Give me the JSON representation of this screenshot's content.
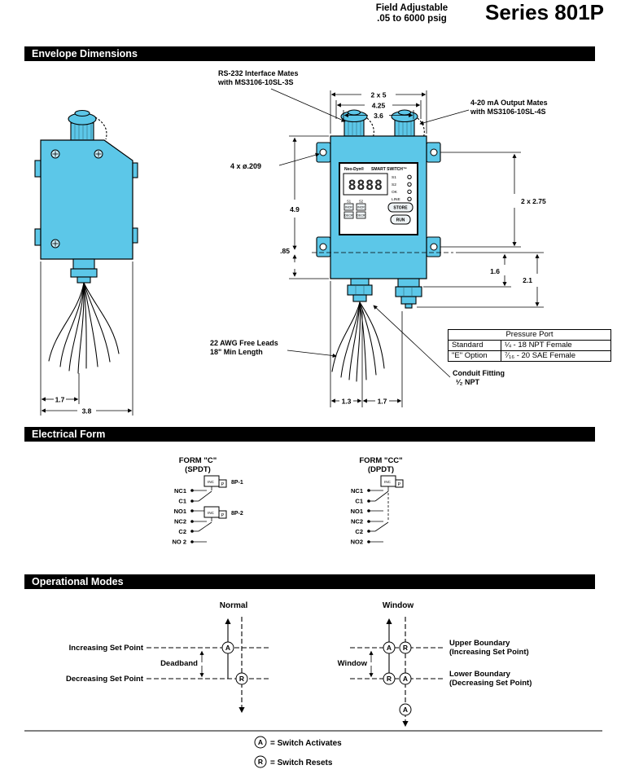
{
  "colors": {
    "device_fill": "#5cc7e8",
    "banner_bg": "#000000",
    "banner_fg": "#ffffff"
  },
  "header": {
    "field_adjustable": [
      "Field Adjustable",
      ".05 to 6000 psig"
    ],
    "series": "Series 801P"
  },
  "banners": {
    "envelope": "Envelope Dimensions",
    "electrical": "Electrical Form",
    "operational": "Operational Modes"
  },
  "envelope": {
    "ann": {
      "rs232_1": "RS-232 Interface Mates",
      "rs232_2": "with MS3106-10SL-3S",
      "out420_1": "4-20 mA Output Mates",
      "out420_2": "with MS3106-10SL-4S",
      "holes": "4 x ø.209",
      "leads_1": "22 AWG Free Leads",
      "leads_2": "18\" Min Length",
      "conduit_1": "Conduit Fitting",
      "conduit_2": "¹⁄₂ NPT"
    },
    "dim": {
      "top": "2 x 5",
      "w425": "4.25",
      "w36": "3.6",
      "h49": "4.9",
      "h085": ".85",
      "r275": "2 x 2.75",
      "r16": "1.6",
      "r21": "2.1",
      "s17": "1.7",
      "s38": "3.8",
      "b13": "1.3",
      "b17": "1.7"
    },
    "panel": {
      "brand": "Neo-Dyn®",
      "product": "SMART SWITCH™",
      "display": "8888",
      "leds": [
        "S1",
        "S2",
        "OK",
        "LINE"
      ],
      "ch1": "S1",
      "ch2": "S2",
      "incr": "INCR",
      "decr": "DECR",
      "store": "STORE",
      "run": "RUN"
    },
    "table": {
      "title": "Pressure Port",
      "rows": [
        [
          "Standard",
          "¼ - 18 NPT Female"
        ],
        [
          "\"E\" Option",
          "⁷⁄₁₆ - 20 SAE Female"
        ]
      ]
    }
  },
  "electrical": {
    "form_c": {
      "name": "FORM \"C\"",
      "type": "(SPDT)",
      "terminals": [
        "NC1",
        "C1",
        "NO1",
        "NC2",
        "C2",
        "NO 2"
      ],
      "tags": [
        "8P-1",
        "8P-2"
      ]
    },
    "form_cc": {
      "name": "FORM \"CC\"",
      "type": "(DPDT)",
      "terminals": [
        "NC1",
        "C1",
        "NO1",
        "NC2",
        "C2",
        "NO2"
      ]
    },
    "actuator": {
      "inc": "INC",
      "p": "P"
    }
  },
  "modes": {
    "normal": "Normal",
    "window": "Window",
    "increasing": "Increasing Set Point",
    "decreasing": "Decreasing Set Point",
    "deadband": "Deadband",
    "window_span": "Window",
    "upper_1": "Upper Boundary",
    "upper_2": "(Increasing Set Point)",
    "lower_1": "Lower Boundary",
    "lower_2": "(Decreasing Set Point)",
    "a": "A",
    "r": "R",
    "legend_a": "= Switch Activates",
    "legend_r": "= Switch Resets"
  }
}
